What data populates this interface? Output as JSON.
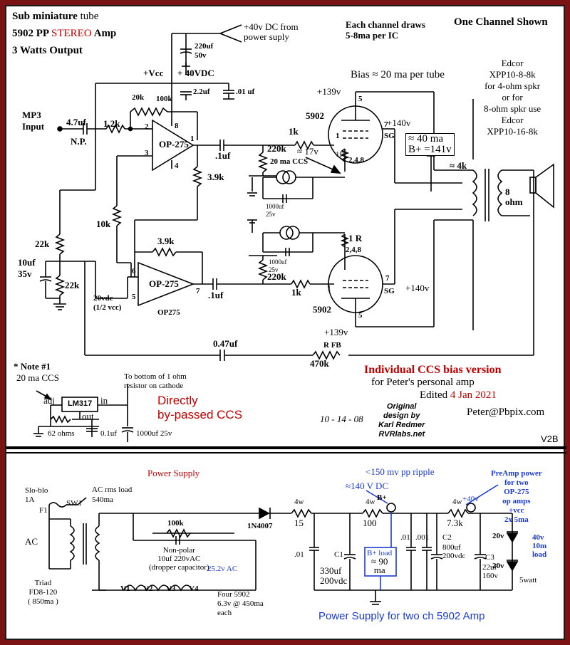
{
  "title": {
    "line1a": "Sub miniature",
    "line1b": "tube",
    "line2a": "5902 PP",
    "line2b": "STEREO",
    "line2c": "Amp",
    "line3": "3  Watts Output"
  },
  "header": {
    "supply_note": "+40v DC from\npower suply",
    "draw_note": "Each channel draws\n5-8ma per IC",
    "channel_note": "One Channel Shown",
    "bias_note": "Bias ≈ 20 ma per tube"
  },
  "input": {
    "label": "MP3\nInput",
    "cap": "4.7uf",
    "cap_type": "N.P.",
    "resistor": "1.2k"
  },
  "supply_rail": {
    "vcc": "+Vcc",
    "v40": "+ 40VDC",
    "cap1": "220uf\n50v",
    "cap2": "2.2uf",
    "cap3": ".01 uf"
  },
  "opamp_top": {
    "name": "OP-275",
    "pins": [
      "2",
      "3",
      "8",
      "4",
      "1"
    ],
    "r_fb1": "20k",
    "r_fb2": "100k",
    "r_out": "3.9k",
    "coupling_cap": ".1uf"
  },
  "opamp_bottom": {
    "name": "OP-275",
    "part": "OP275",
    "pins": [
      "6",
      "5",
      "7"
    ],
    "r_fb": "3.9k",
    "r_bias": "10k",
    "coupling_cap": ".1uf"
  },
  "bias_network": {
    "r_top": "22k",
    "r_bottom": "22k",
    "cap": "10uf\n35v",
    "ref_voltage": "20vdc\n(1/2 vcc)"
  },
  "tube_top": {
    "name": "5902",
    "grid_r": "1k",
    "grid_leak": "220k",
    "b_plus": "+139v",
    "sg_voltage": "+140v",
    "ccs_label": "20 ma CCS",
    "cathode_v": "≈ 17v",
    "cathode_r": "1R",
    "pins": [
      "5",
      "7",
      "1",
      "2,4,8"
    ],
    "sg": "SG",
    "bypass_cap": "1000uf\n25v"
  },
  "tube_bottom": {
    "name": "5902",
    "grid_r": "1k",
    "grid_leak": "220k",
    "b_plus": "+139v",
    "sg_voltage": "+140v",
    "cathode_r": "1 R",
    "pins": [
      "5",
      "7",
      "1",
      "2,4,8"
    ],
    "sg": "SG",
    "bypass_cap": "1000uf\n25v"
  },
  "output": {
    "current_box": "≈ 40 ma\nB+ =141v",
    "impedance": "≈ 4k",
    "speaker": "8\nohm",
    "transformer_note": "Edcor\nXPP10-8-8k\nfor 4-ohm spkr\nor for\n8-ohm spkr use\nEdcor\nXPP10-16-8k"
  },
  "feedback": {
    "cap": "0.47uf",
    "r_label": "R FB",
    "r_value": "470k"
  },
  "note1": {
    "title": "* Note #1",
    "subtitle": "20 ma CCS",
    "to_label": "To bottom of 1 ohm\nresistor on cathode",
    "regulator": "LM317",
    "adj": "adj",
    "in": "in",
    "out": "out",
    "r": "62 ohms",
    "c1": "0.1uf",
    "c2": "1000uf 25v",
    "red_note": "Directly\nby-passed CCS"
  },
  "footer": {
    "version_title": "Individual CCS bias version",
    "for_note": "for Peter's personal amp",
    "edited_label": "Edited",
    "edited_date": "4 Jan 2021",
    "email": "Peter@Pbpix.com",
    "original": "Original\ndesign by\nKarl Redmer\nRVRlabs.net",
    "signature_date": "10 - 14 - 08",
    "version": "V2B"
  },
  "power_supply": {
    "title": "Power Supply",
    "fuse": "Slo-blo\n1A",
    "fuse_ref": "F1",
    "switch": "SW1",
    "ac": "AC",
    "transformer": "Triad\nFD8-120\n( 850ma )",
    "ac_load": "AC rms load\n540ma",
    "dropper_r": "100k",
    "dropper_cap": "Non-polar\n10uf 220vAC\n(dropper capacitor)",
    "ac_v": "25.2v AC",
    "heaters": [
      "V1",
      "V2",
      "V3",
      "V4"
    ],
    "heater_note": "Four 5902\n6.3v @ 450ma\neach",
    "diode": "1N4007",
    "r1_w": "4w",
    "r1": "15 ",
    "r2_w": "4w",
    "r2": "100 ",
    "r3_w": "4w",
    "r3": "7.3k",
    "c01a": ".01",
    "c1_label": "C1",
    "c1": "330uf\n200vdc",
    "c01b": ".01",
    "c001": ".001",
    "c2_label": "C2",
    "c2": "800uf\n200vdc",
    "c3_label": "C3",
    "c3": "22uf\n160v",
    "ripple": "<150 mv pp ripple",
    "v140": "≈140 V DC",
    "bplus": "B+",
    "load_box_title": "B+ load",
    "load_box_val": "≈ 90\nma",
    "v40": "+40v",
    "preamp_note": "PreAmp power\nfor two\nOP-275\nop amps\n+vcc\n2x 5ma",
    "zener1": "20v",
    "zener2": "20v",
    "zener_total": "40v\n10m\nload",
    "zener_w": "5watt",
    "bottom_title": "Power Supply for two ch 5902 Amp"
  }
}
